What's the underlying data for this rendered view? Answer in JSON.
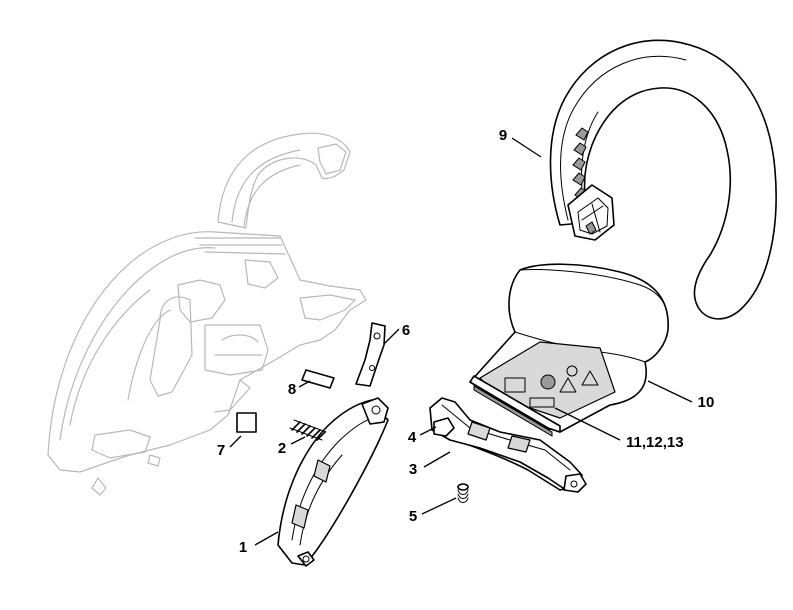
{
  "callouts": {
    "c1": "1",
    "c2": "2",
    "c3": "3",
    "c4": "4",
    "c5": "5",
    "c6": "6",
    "c7": "7",
    "c8": "8",
    "c9": "9",
    "c10": "10",
    "c11": "11,12,13"
  }
}
